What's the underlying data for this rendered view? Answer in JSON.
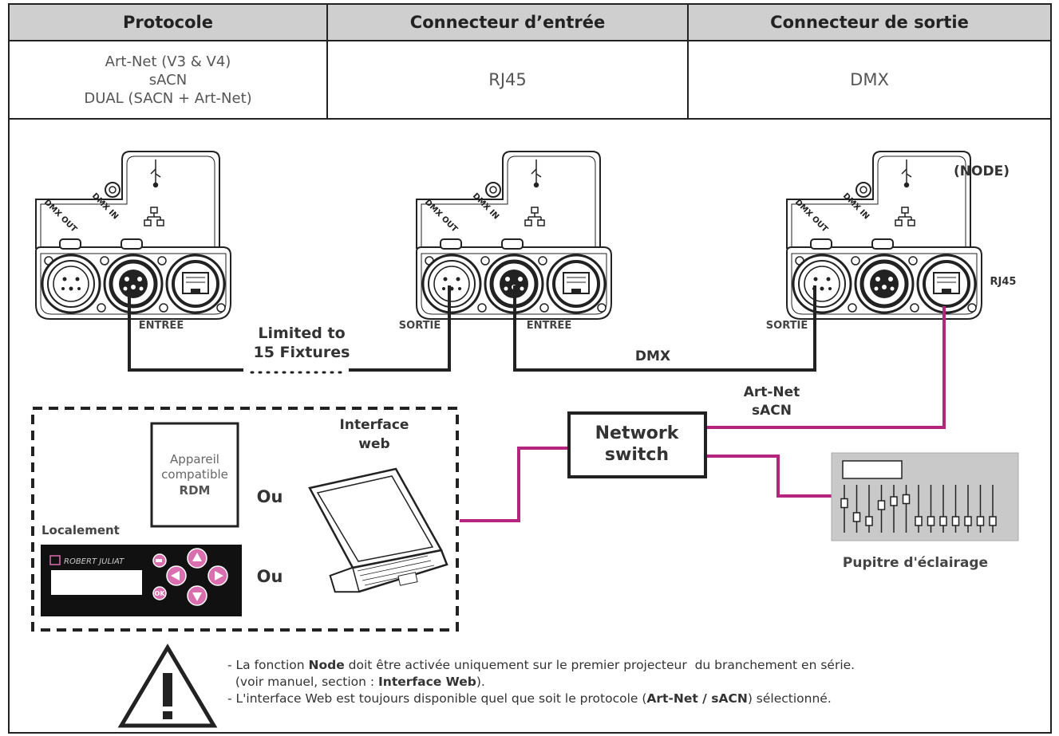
{
  "table": {
    "headers": [
      "Protocole",
      "Connecteur d’entrée",
      "Connecteur de sortie"
    ],
    "protocols": [
      "Art-Net (V3 & V4)",
      "sACN",
      "DUAL (SACN + Art-Net)"
    ],
    "input_connector": "RJ45",
    "output_connector": "DMX"
  },
  "diagram": {
    "node_label": "(NODE)",
    "rj45_label": "RJ45",
    "dmx_out": "DMX OUT",
    "dmx_in": "DMX IN",
    "entree": "ENTRÉE",
    "sortie": "SORTIE",
    "limited_line1": "Limited to",
    "limited_line2": "15 Fixtures",
    "dmx": "DMX",
    "artnet": "Art-Net",
    "sacn": "sACN",
    "switch_line1": "Network",
    "switch_line2": "switch",
    "interface_line1": "Interface",
    "interface_line2": "web",
    "rdm_line1": "Appareil",
    "rdm_line2": "compatible",
    "rdm_line3": "RDM",
    "ou": "Ou",
    "localement": "Localement",
    "robert_juliat": "ROBERT JULIAT",
    "ok": "OK",
    "console_label": "Pupitre d'éclairage"
  },
  "notes": {
    "line1_a": "- La fonction ",
    "line1_b": "Node",
    "line1_c": " doit être activée uniquement sur le premier projecteur  du branchement en série.",
    "line2_a": "  (voir manuel, section : ",
    "line2_b": "Interface Web",
    "line2_c": ").",
    "line3_a": "- L'interface Web est toujours disponible quel que soit le protocole (",
    "line3_b": "Art-Net / sACN",
    "line3_c": ") sélectionné."
  },
  "colors": {
    "magenta": "#b5247d",
    "header_bg": "#cfcfcf",
    "panel_black": "#111111",
    "pink_button": "#d96fae"
  }
}
